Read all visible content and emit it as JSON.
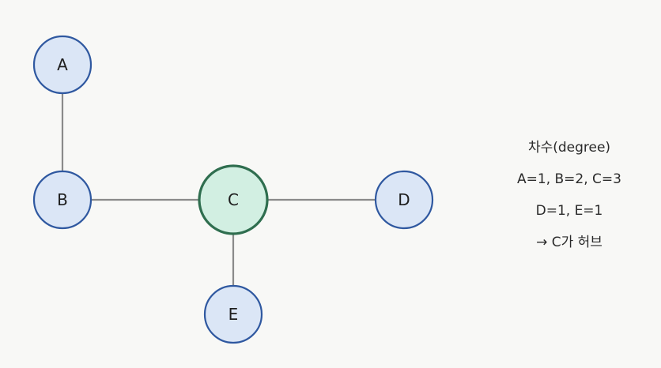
{
  "diagram": {
    "nodes": [
      {
        "id": "A",
        "label": "A",
        "hub": false
      },
      {
        "id": "B",
        "label": "B",
        "hub": false
      },
      {
        "id": "C",
        "label": "C",
        "hub": true
      },
      {
        "id": "D",
        "label": "D",
        "hub": false
      },
      {
        "id": "E",
        "label": "E",
        "hub": false
      }
    ],
    "edges": [
      [
        "A",
        "B"
      ],
      [
        "B",
        "C"
      ],
      [
        "C",
        "D"
      ],
      [
        "C",
        "E"
      ]
    ]
  },
  "legend": {
    "title": "차수(degree)",
    "line1": "A=1, B=2, C=3",
    "line2": "D=1, E=1",
    "conclusion": "→ C가 허브"
  },
  "colors": {
    "node_fill": "#dbe6f6",
    "node_stroke": "#2f58a0",
    "hub_fill": "#d2efe2",
    "hub_stroke": "#2f6e4f",
    "edge": "#8a8a8a",
    "background": "#f8f8f6"
  }
}
